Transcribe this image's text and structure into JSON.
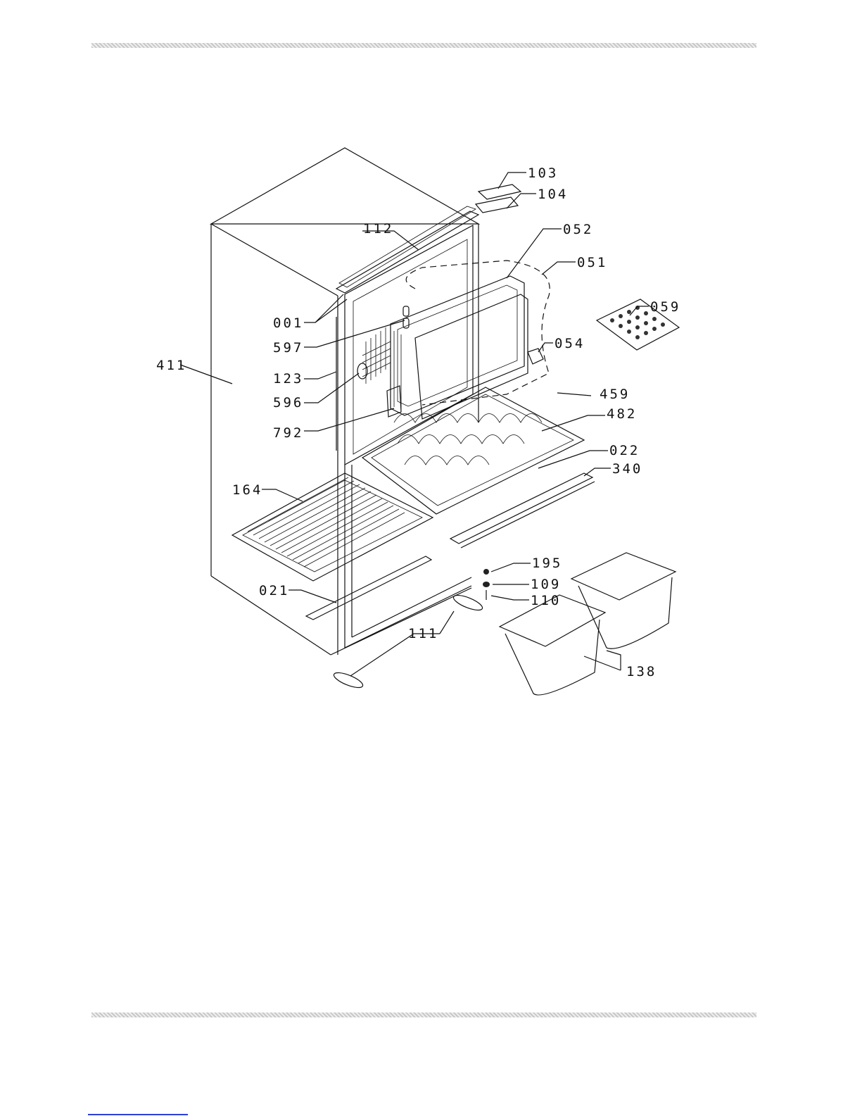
{
  "part_labels": {
    "p103": "103",
    "p104": "104",
    "p112": "112",
    "p052": "052",
    "p051": "051",
    "p059": "059",
    "p001": "001",
    "p597": "597",
    "p054": "054",
    "p411": "411",
    "p123": "123",
    "p596": "596",
    "p459": "459",
    "p482": "482",
    "p792": "792",
    "p022": "022",
    "p340": "340",
    "p164": "164",
    "p195": "195",
    "p109": "109",
    "p110": "110",
    "p021": "021",
    "p111": "111",
    "p138": "138"
  }
}
